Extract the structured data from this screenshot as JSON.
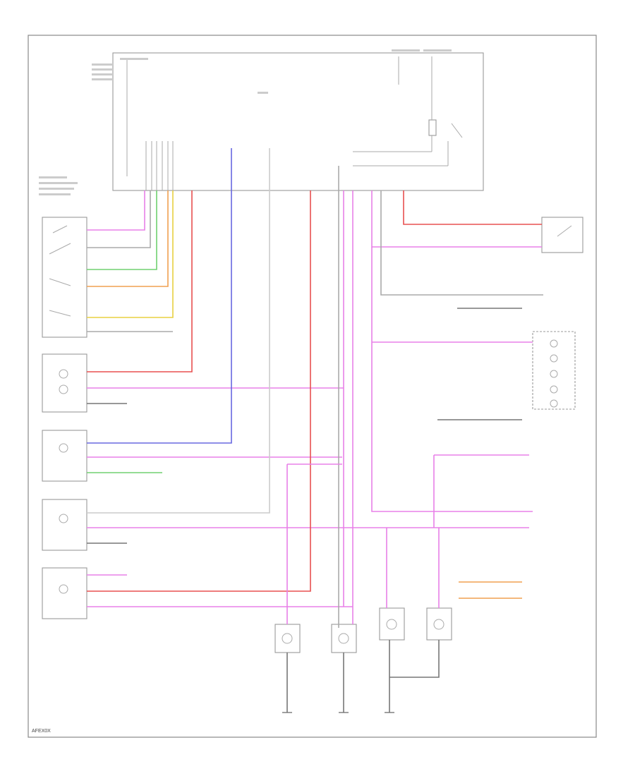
{
  "diagram": {
    "reference_code": "AFEX0X",
    "colors": {
      "pink": "#e880e8",
      "red": "#e85050",
      "green": "#70d070",
      "orange": "#f0a050",
      "yellow": "#e8d040",
      "blue": "#6868e0",
      "gray": "#aaaaaa",
      "dark": "#555555"
    },
    "components": [
      {
        "id": "lamp-control-module",
        "icon": "module-box"
      },
      {
        "id": "headlamp-switch",
        "icon": "switch-stack"
      },
      {
        "id": "rh-headlamp",
        "icon": "lamp"
      },
      {
        "id": "rh-front-turn-lamp",
        "icon": "lamp"
      },
      {
        "id": "lh-front-turn-lamp",
        "icon": "lamp"
      },
      {
        "id": "lh-headlamp",
        "icon": "lamp"
      },
      {
        "id": "brake-pedal-switch",
        "icon": "switch"
      },
      {
        "id": "dash-light-switch",
        "icon": "switch-stack"
      },
      {
        "id": "lh-rear-lamp",
        "icon": "lamp"
      },
      {
        "id": "rh-rear-lamp",
        "icon": "lamp"
      },
      {
        "id": "lh-license-lamp",
        "icon": "lamp"
      },
      {
        "id": "rh-license-lamp",
        "icon": "lamp"
      }
    ],
    "grounds": [
      {
        "id": "ground-lh-rear"
      },
      {
        "id": "ground-rh-rear"
      },
      {
        "id": "ground-license"
      }
    ]
  }
}
